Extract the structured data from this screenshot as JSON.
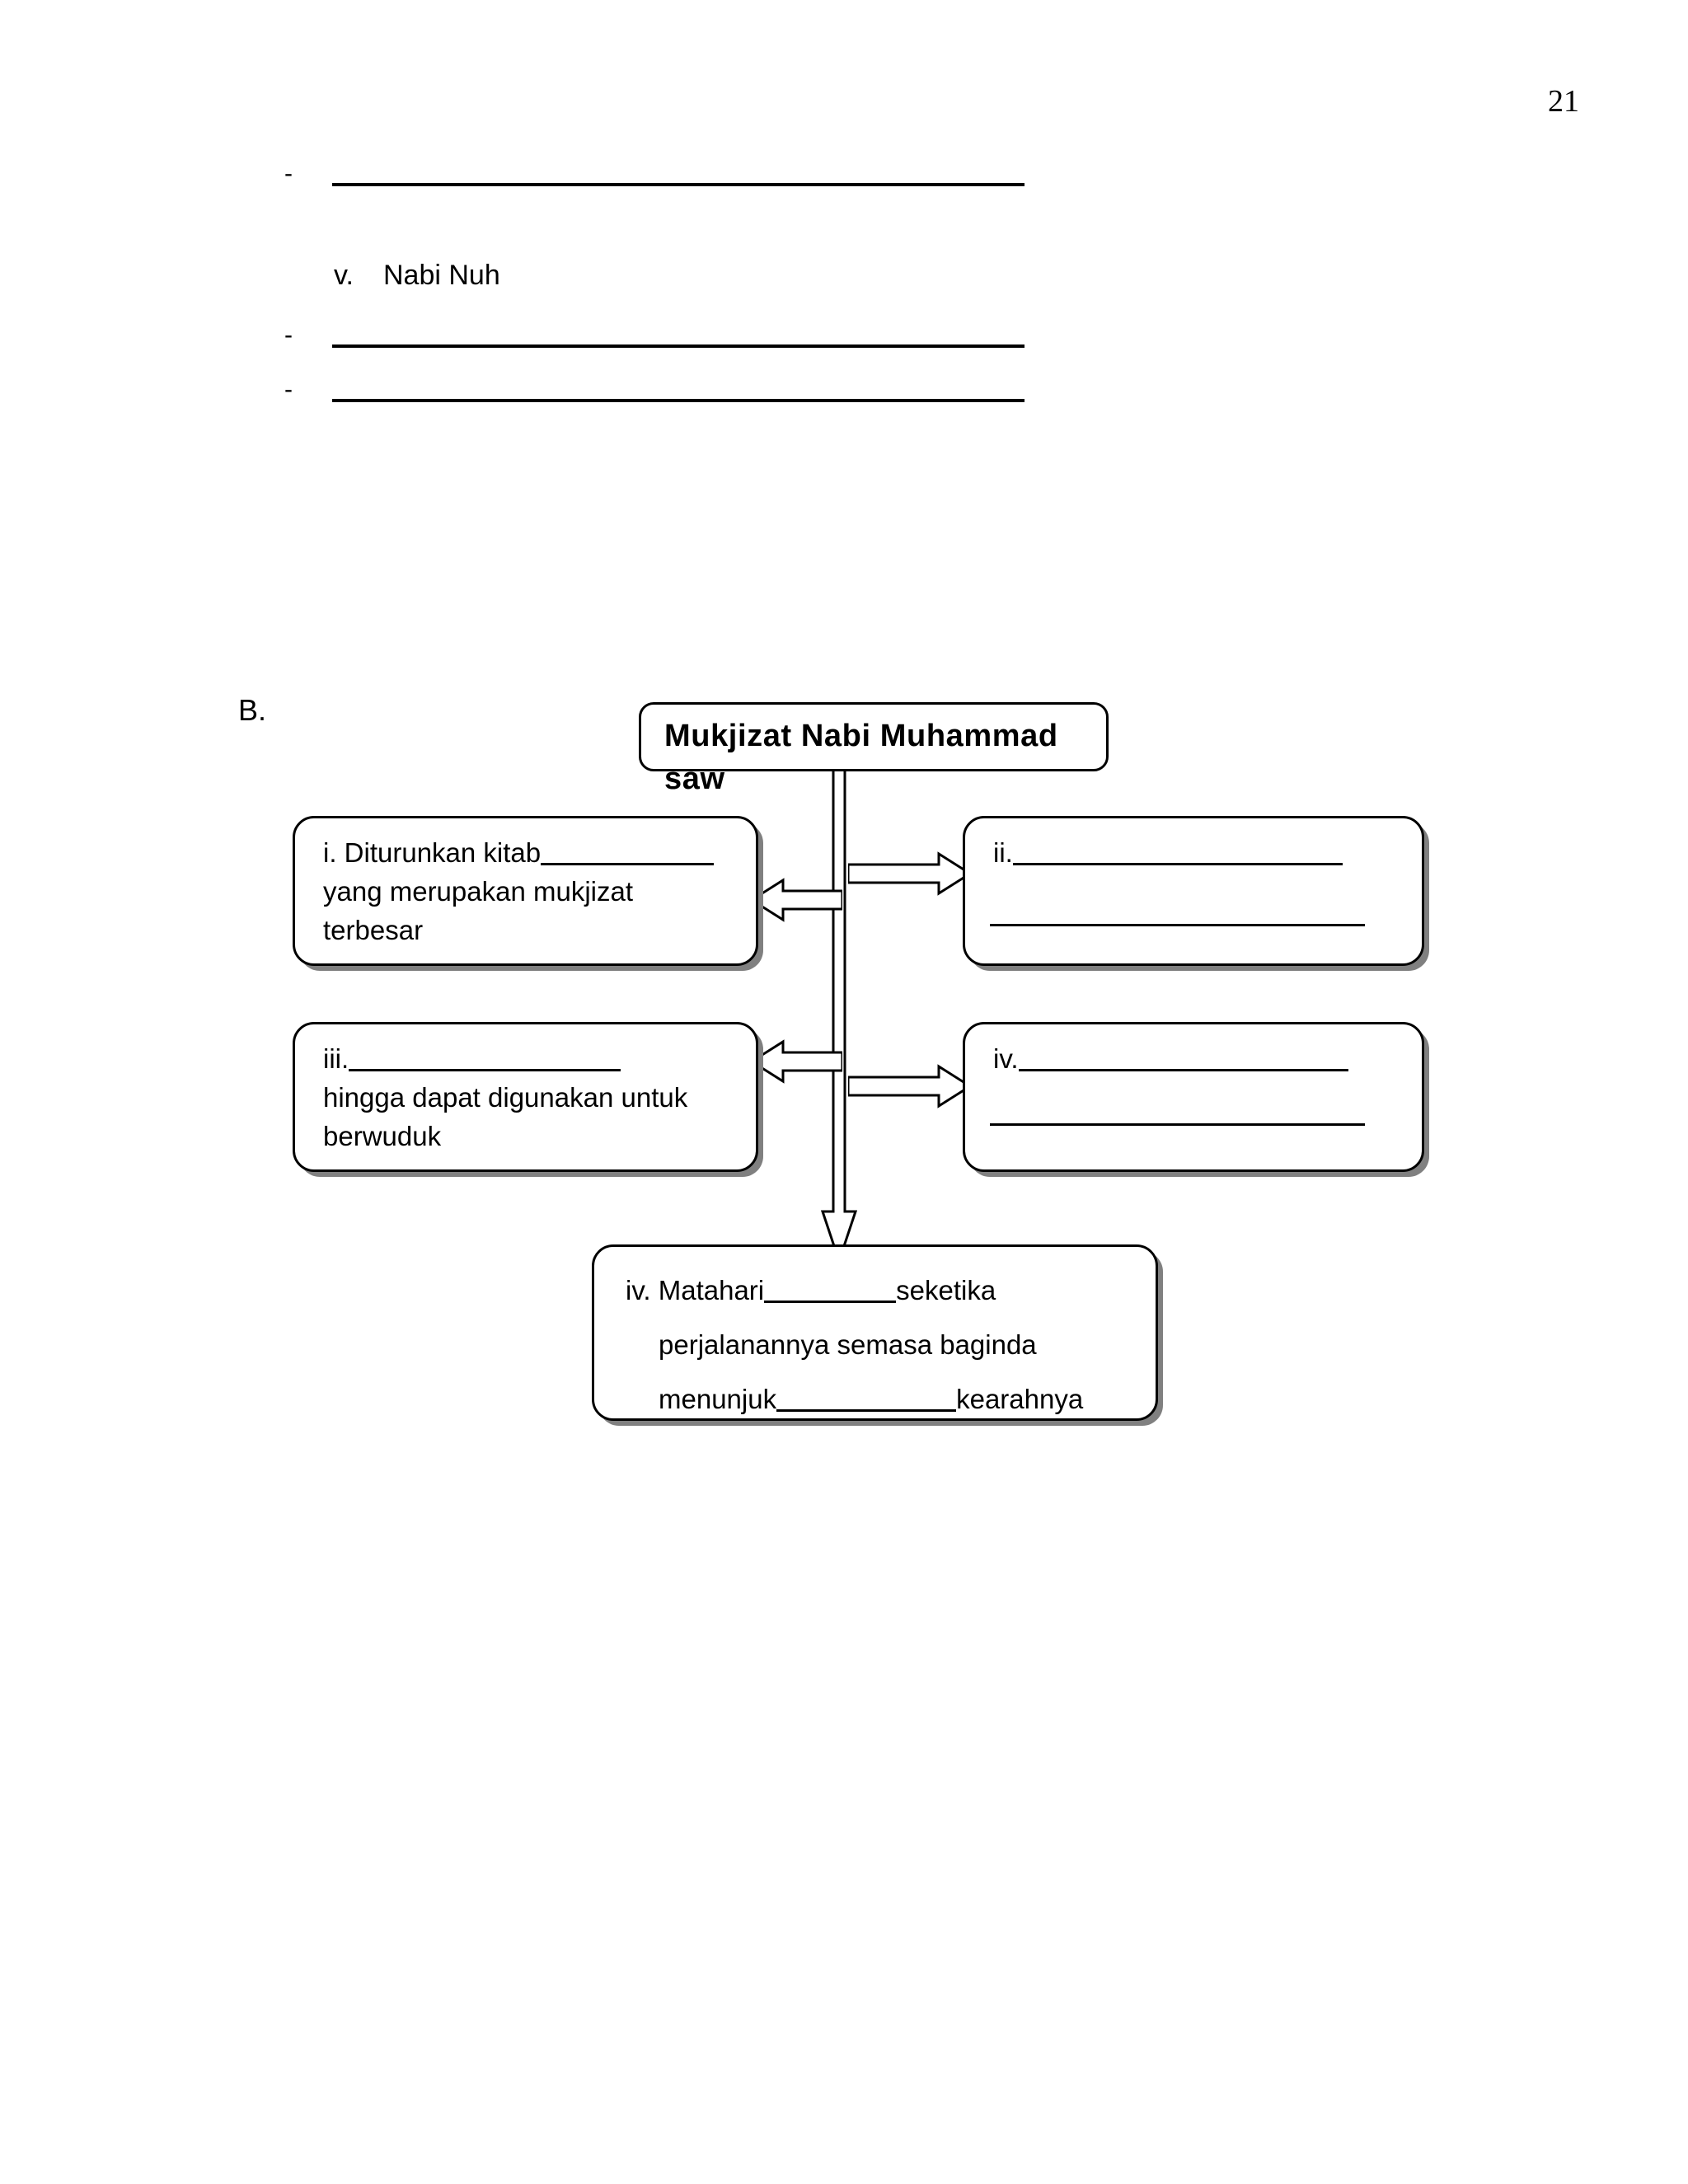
{
  "page": {
    "number": "21"
  },
  "list": {
    "blank_items": [
      {
        "dash": "-"
      },
      {
        "dash": "-"
      },
      {
        "dash": "-"
      }
    ],
    "nabi_nuh": {
      "numeral": "v.",
      "label": "Nabi Nuh"
    }
  },
  "section": {
    "label": "B."
  },
  "diagram": {
    "title": "Mukjizat Nabi Muhammad saw",
    "nodes": {
      "i": {
        "numeral": "i.",
        "line1_before_blank": "Diturunkan kitab",
        "line2": "yang merupakan mukjizat",
        "line3": "terbesar"
      },
      "ii": {
        "numeral": "ii."
      },
      "iii": {
        "numeral": "iii.",
        "line2": "hingga dapat digunakan untuk",
        "line3": "berwuduk"
      },
      "iv_right": {
        "numeral": "iv."
      },
      "bottom": {
        "numeral": "iv.",
        "line1_before_blank": "Matahari",
        "line1_after_blank": "seketika",
        "line2": "perjalanannya semasa baginda",
        "line3_before_blank": "menunjuk",
        "line3_after_blank": "kearahnya"
      }
    },
    "arrows": {
      "main_down": "arrow-down",
      "to_left_upper": "arrow-left",
      "to_right_upper": "arrow-right",
      "to_left_lower": "arrow-left",
      "to_right_lower": "arrow-right"
    }
  },
  "colors": {
    "ink": "#000000",
    "shadow": "#808080",
    "paper": "#ffffff"
  }
}
